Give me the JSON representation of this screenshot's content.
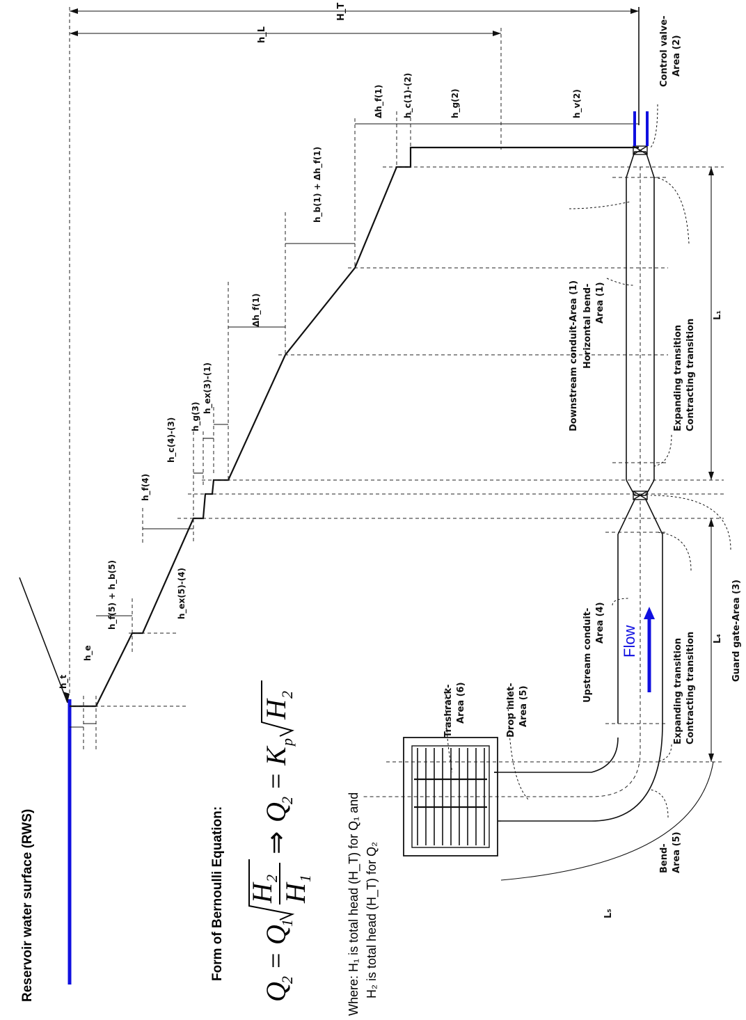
{
  "title": "Reservoir water surface (RWS)",
  "equation_heading": "Form of Bernoulli Equation:",
  "equation": {
    "q2": "Q",
    "q2_sub": "2",
    "q1": "Q",
    "q1_sub": "1",
    "h2": "H",
    "h2_sub": "2",
    "h1": "H",
    "h1_sub": "1",
    "kp": "K",
    "kp_sub": "p",
    "equals": "=",
    "implies": "⇒"
  },
  "where_line1": "Where: H₁ is total head (H_T) for Q₁ and",
  "where_line2": "H₂ is total head (H_T) for Q₂",
  "flow_label": "Flow",
  "head_labels": {
    "ht": "H_T",
    "hl": "h_L",
    "ht_small": "h_t",
    "he": "h_e",
    "hf5_hb5": "h_f(5) + h_b(5)",
    "hex54": "h_ex(5)-(4)",
    "hf4": "h_f(4)",
    "hc43": "h_c(4)-(3)",
    "hg3": "h_g(3)",
    "hex31": "h_ex(3)-(1)",
    "dhf1a": "Δh_f(1)",
    "hb1_dhf1": "h_b(1) + Δh_f(1)",
    "dhf1b": "Δh_f(1)",
    "hc12": "h_c(1)-(2)",
    "hg2": "h_g(2)",
    "hv2": "h_v(2)"
  },
  "component_labels": {
    "control_valve": [
      "Control valve-",
      "Area (2)"
    ],
    "downstream_conduit": "Downstream conduit-Area (1)",
    "horizontal_bend": [
      "Horizontal bend-",
      "Area (1)"
    ],
    "expanding_1": "Expanding transition",
    "contracting_1": "Contracting transition",
    "l1": "L₁",
    "upstream_conduit": [
      "Upstream conduit-",
      "Area (4)"
    ],
    "expanding_2": "Expanding transition",
    "contracting_2": "Contracting transition",
    "guard_gate": "Guard gate-Area (3)",
    "l4": "L₄",
    "trashrack": [
      "Trashrack-",
      "Area (6)"
    ],
    "drop_inlet": [
      "Drop inlet-",
      "Area (5)"
    ],
    "bend": [
      "Bend-",
      "Area (5)"
    ],
    "l5": "L₅"
  },
  "colors": {
    "accent": "#1010e0",
    "line": "#111111"
  }
}
